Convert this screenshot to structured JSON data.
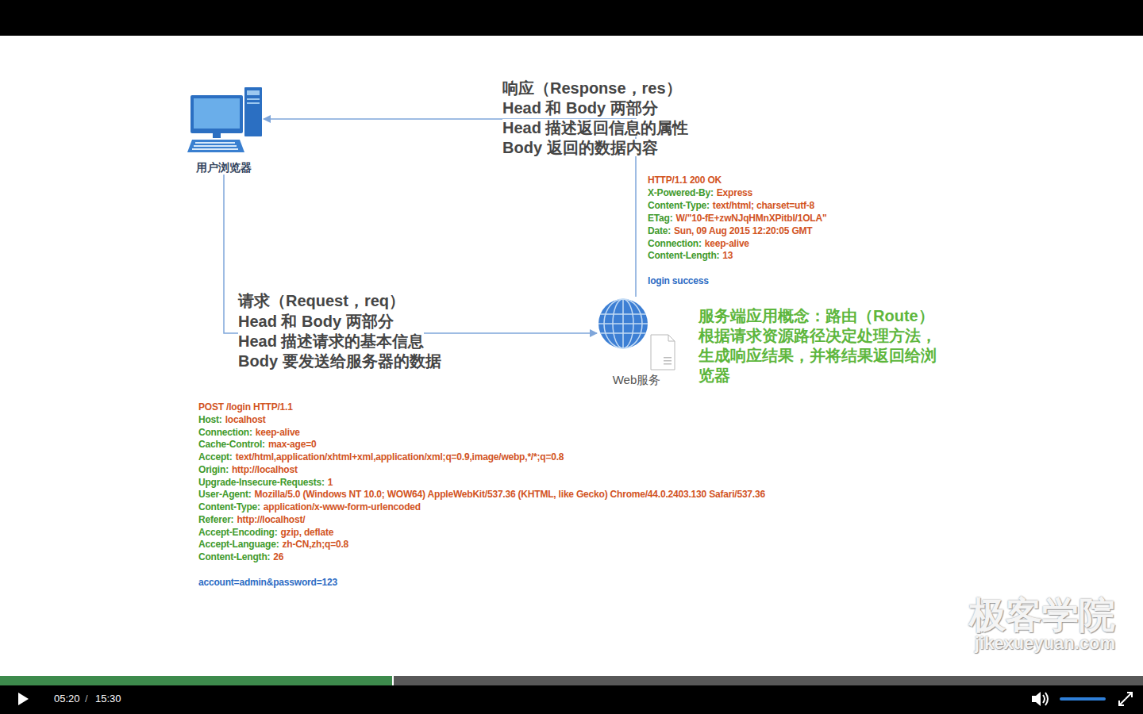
{
  "diagram": {
    "nodes": [
      {
        "text": [
          "用户浏览器"
        ]
      },
      {
        "text": [
          "Web服务"
        ]
      }
    ],
    "edges": [
      {
        "from": 0,
        "to": 1,
        "arrow": "to"
      },
      {
        "from": 1,
        "to": 0,
        "arrow": "to"
      }
    ],
    "labels": [
      "响应（Response，res）",
      "Head 和 Body 两部分",
      "Head 描述返回信息的属性",
      "Body 返回的数据内容",
      "HTTP/1.1 200 OK",
      "X-Powered-By:",
      "Express",
      "Content-Type:",
      "text/html; charset=utf-8",
      "ETag:",
      "W/\"10-fE+zwNJqHMnXPitbl/1OLA\"",
      "Date:",
      "Sun, 09 Aug 2015 12:20:05 GMT",
      "Connection:",
      "keep-alive",
      "Content-Length:",
      "13",
      "login success",
      "请求（Request，req）",
      "Head 和 Body 两部分",
      "Head 描述请求的基本信息",
      "Body 要发送给服务器的数据",
      "服务端应用概念：路由（Route）",
      "根据请求资源路径决定处理方法，生成响应结果，并将结果返回给浏览器",
      "POST /login HTTP/1.1",
      "Host:",
      "localhost",
      "Connection:",
      "keep-alive",
      "Cache-Control:",
      "max-age=0",
      "Accept:",
      "text/html,application/xhtml+xml,application/xml;q=0.9,image/webp,*/*;q=0.8",
      "Origin:",
      "http://localhost",
      "Upgrade-Insecure-Requests:",
      "1",
      "User-Agent:",
      "Mozilla/5.0 (Windows NT 10.0; WOW64) AppleWebKit/537.36 (KHTML, like Gecko) Chrome/44.0.2403.130 Safari/537.36",
      "Content-Type:",
      "application/x-www-form-urlencoded",
      "Referer:",
      "http://localhost/",
      "Accept-Encoding:",
      "gzip, deflate",
      "Accept-Language:",
      "zh-CN,zh;q=0.8",
      "Content-Length:",
      "26",
      "account=admin&password=123",
      "极客学院",
      "jikexueyuan.com",
      "05:20",
      "/",
      "15:30"
    ]
  }
}
